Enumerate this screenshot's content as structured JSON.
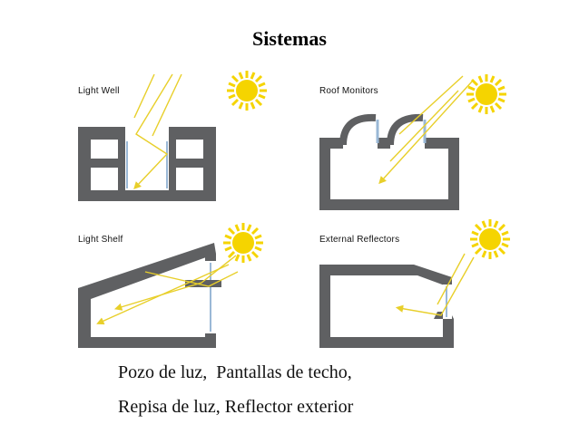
{
  "title": "Sistemas",
  "panels": {
    "light_well": "Light Well",
    "roof_monitors": "Roof Monitors",
    "light_shelf": "Light Shelf",
    "external_reflectors": "External Reflectors"
  },
  "caption": {
    "line1": "Pozo de luz,  Pantallas de techo,",
    "line2": "Repisa de luz, Reflector exterior"
  },
  "colors": {
    "wall": "#5f6062",
    "sun": "#f5d400",
    "ray": "#e8cf2a",
    "glass": "#9ab8d6"
  }
}
